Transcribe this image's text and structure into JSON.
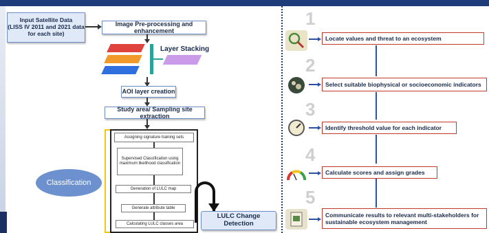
{
  "left": {
    "input_box": "Input Satellite Data\n(LISS IV 2011 and 2021 data\nfor each site)",
    "preprocess": "Image Pre-processing and enhancement",
    "layer_stacking": "Layer Stacking",
    "aoi": "AOI layer creation",
    "study_area": "Study area/ Sampling site extraction",
    "classification_label": "Classification",
    "steps": [
      "Assigning signature training sets",
      "Supervised Classification using maximum likelihood classification",
      "Generation of LULC map",
      "Generate attribute table",
      "Calculating LULC classes area"
    ],
    "change_detection": "LULC Change Detection"
  },
  "right": {
    "items": [
      {
        "num": "1",
        "label": "Locate values and threat to an ecosystem",
        "icon": "magnifier-icon"
      },
      {
        "num": "2",
        "label": "Select suitable biophysical or socioeconomic indicators",
        "icon": "globe-icon"
      },
      {
        "num": "3",
        "label": "Identify threshold value for each indicator",
        "icon": "gauge-icon"
      },
      {
        "num": "4",
        "label": "Calculate scores and assign grades",
        "icon": "meter-icon"
      },
      {
        "num": "5",
        "label": "Communicate results to relevant multi-stakeholders for sustainable ecosystem management",
        "icon": "document-icon"
      }
    ]
  },
  "colors": {
    "accent": "#1f3c7a",
    "red_border": "#c0392b",
    "ellipse": "#6d91cf"
  }
}
